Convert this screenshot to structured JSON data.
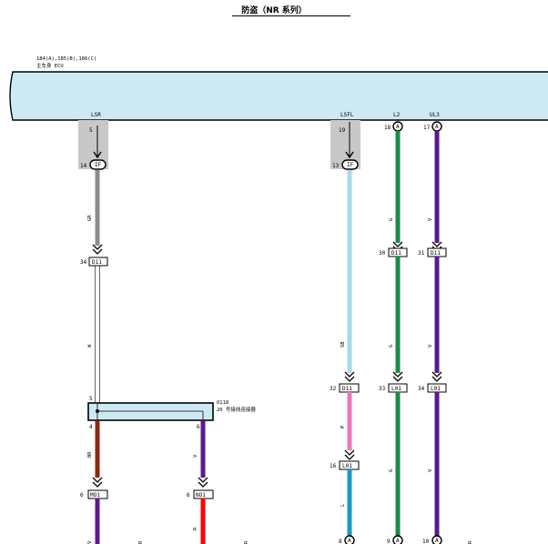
{
  "title": "防盗（NR 系列）",
  "ecu": {
    "refs": "184(A),185(B),186(C)",
    "name": "主车身 ECU"
  },
  "terminals": {
    "lsr": "LSR",
    "lsfl": "LSFL",
    "l2": "L2",
    "ul3": "UL3"
  },
  "pins": {
    "lsr_5": "5",
    "lsr_14": "14",
    "lsfl_19": "19",
    "lsfl_13": "13",
    "l2_18": "18",
    "ul3_17": "17",
    "c_34": "34",
    "c_30": "30",
    "c_31": "31",
    "c_32": "32",
    "c_33": "33",
    "c_34b": "34",
    "c_16": "16",
    "j_5": "5",
    "j_4": "4",
    "j_6": "6",
    "b_6a": "6",
    "b_6b": "6",
    "b_8": "8",
    "b_9": "9",
    "b_10": "10"
  },
  "connectors": {
    "c_lsr_14": "IF",
    "c_lsfl_13": "IF",
    "c_l2_18": "A",
    "c_ul3_17": "A",
    "c_d11_a": "D11",
    "c_d11_b": "D11",
    "c_d11_c": "D11",
    "c_d11_d": "D11",
    "c_l01_a": "L01",
    "c_l01_b": "L01",
    "c_l01_c": "L01",
    "c_mo1": "MO1",
    "c_no1": "NO1",
    "c_b8": "A",
    "c_b9": "A",
    "c_b10": "A"
  },
  "junction": {
    "id": "O118",
    "name": "20 号接线连接器"
  },
  "wire_codes": {
    "gr": "GR",
    "w": "W",
    "br": "BR",
    "v1": "V",
    "sb": "SB",
    "p": "P",
    "l": "L",
    "g1": "G",
    "g2": "G",
    "g3": "G",
    "v2": "V",
    "v3": "V",
    "v4": "V",
    "v5": "V",
    "r": "R",
    "t1": "R",
    "t2": "R",
    "t3": "R"
  },
  "colors": {
    "ecu_fill": "#cdeaf4",
    "connector_shade": "#c8c8c8",
    "gray": "#8c8c8c",
    "brown": "#8b2a10",
    "violet": "#5a1a8c",
    "sky": "#a8d8ea",
    "pink": "#ee77bb",
    "blue": "#1899c8",
    "green": "#1a8c4a",
    "red": "#ff0000"
  }
}
